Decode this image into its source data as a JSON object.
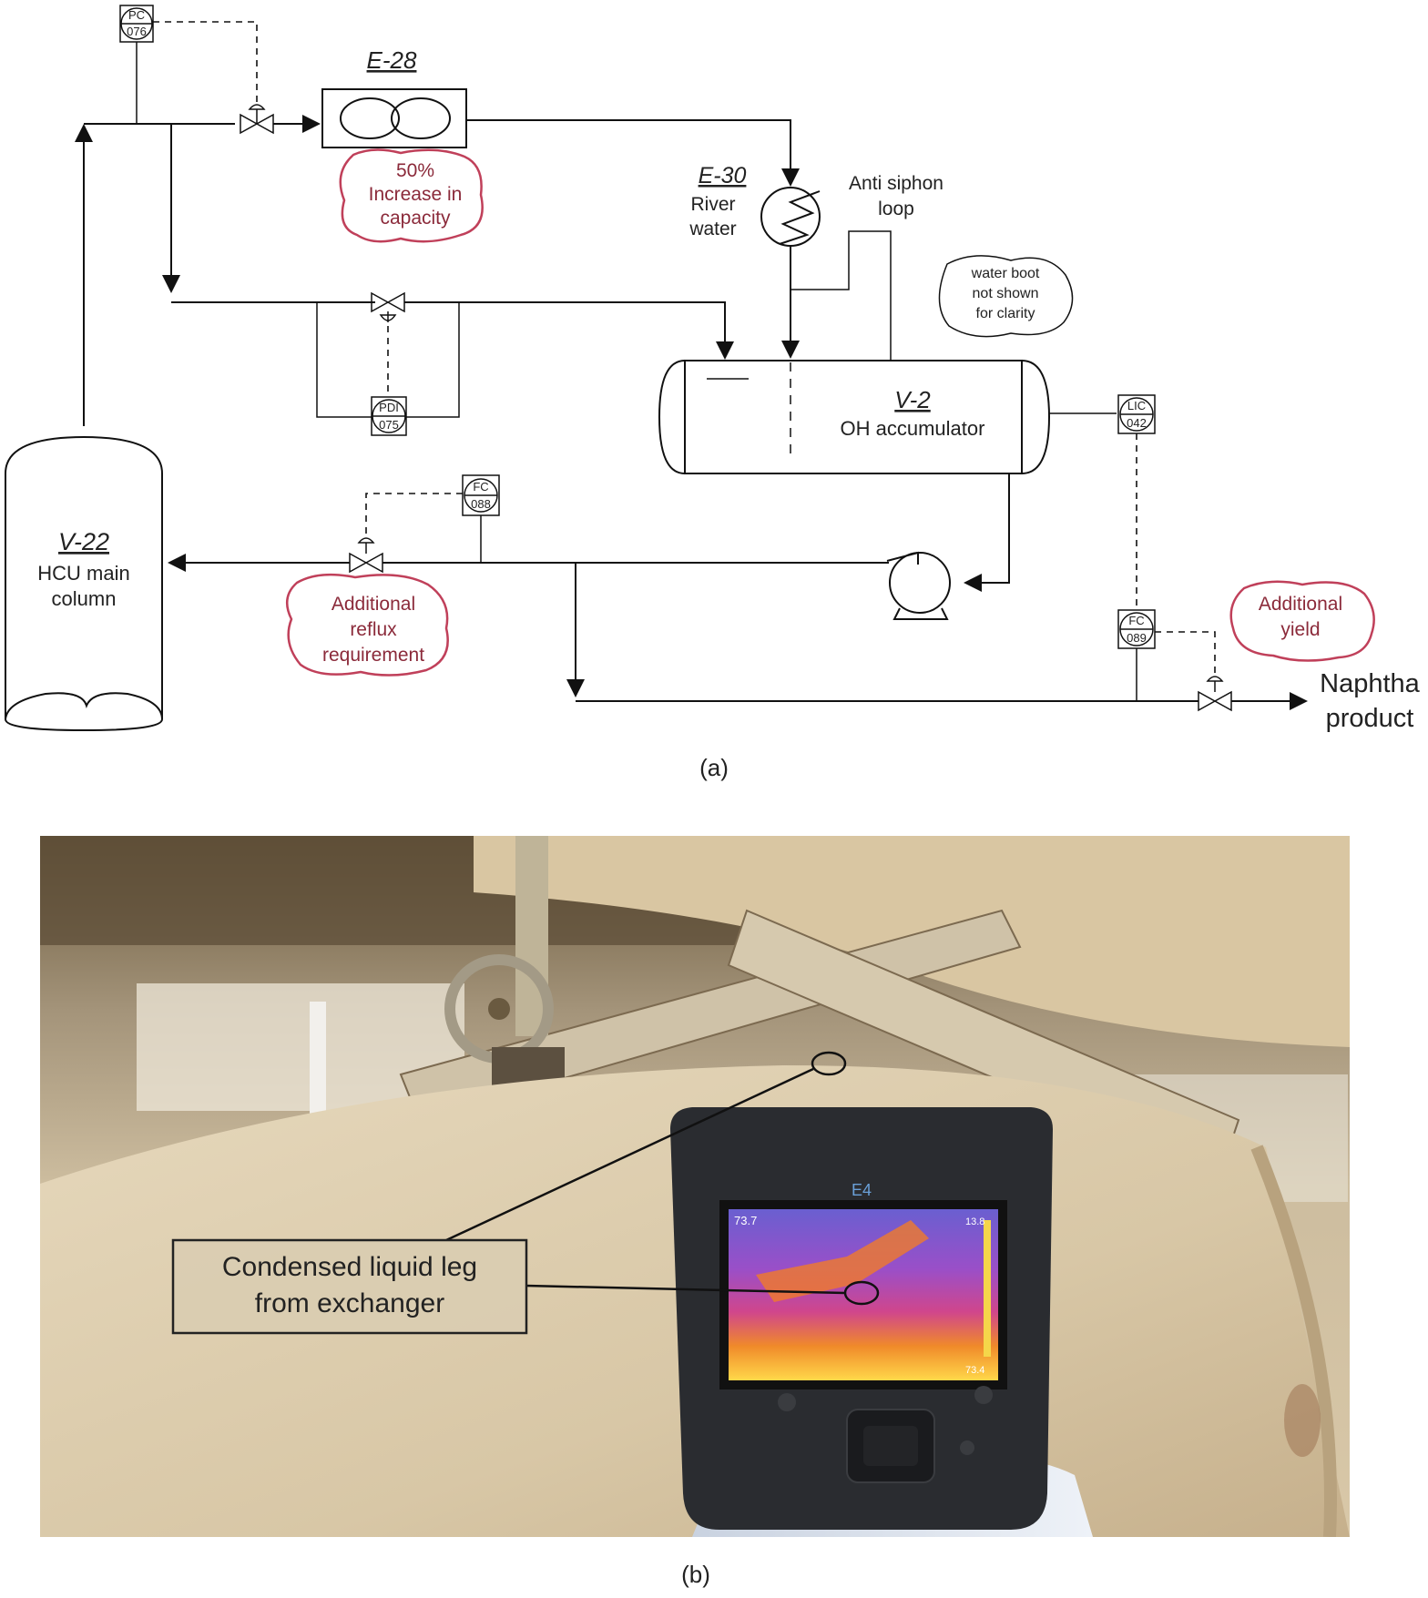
{
  "figure_a": {
    "caption": "(a)",
    "equipment": {
      "e28": "E-28",
      "e30": "E-30",
      "river_water_1": "River",
      "river_water_2": "water",
      "anti_siphon_1": "Anti siphon",
      "anti_siphon_2": "loop",
      "v2_id": "V-2",
      "v2_name": "OH accumulator",
      "v22_id": "V-22",
      "v22_name_1": "HCU main",
      "v22_name_2": "column",
      "naphtha_1": "Naphtha",
      "naphtha_2": "product"
    },
    "instruments": {
      "pc": {
        "type": "PC",
        "num": "076"
      },
      "pdi": {
        "type": "PDI",
        "num": "075"
      },
      "lic": {
        "type": "LIC",
        "num": "042"
      },
      "fc088": {
        "type": "FC",
        "num": "088"
      },
      "fc089": {
        "type": "FC",
        "num": "089"
      }
    },
    "callouts": {
      "capacity": [
        "50%",
        "Increase in",
        "capacity"
      ],
      "reflux": [
        "Additional",
        "reflux",
        "requirement"
      ],
      "yield": [
        "Additional",
        "yield"
      ],
      "water_boot": [
        "water boot",
        "not shown",
        "for clarity"
      ]
    },
    "colors": {
      "callout_text": "#8b2a3a",
      "callout_outline": "#c0405a"
    }
  },
  "figure_b": {
    "caption": "(b)",
    "label_1": "Condensed liquid leg",
    "label_2": "from exchanger",
    "camera_model": "E4",
    "readout_main": "73.7",
    "readout_high": "13.8",
    "readout_low": "73.4"
  }
}
